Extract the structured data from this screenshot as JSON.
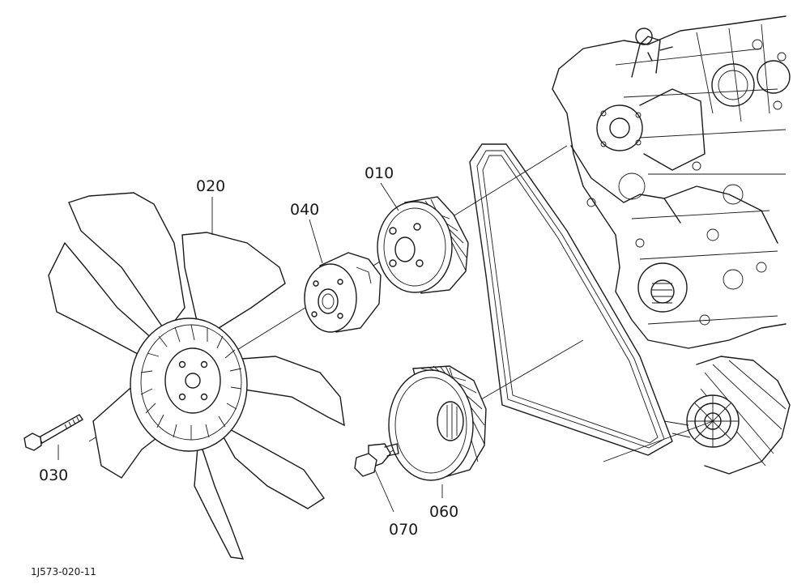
{
  "callouts": [
    {
      "id": "010",
      "label": "010"
    },
    {
      "id": "020",
      "label": "020"
    },
    {
      "id": "030",
      "label": "030"
    },
    {
      "id": "040",
      "label": "040"
    },
    {
      "id": "060",
      "label": "060"
    },
    {
      "id": "070",
      "label": "070"
    }
  ],
  "figure_ref": "1J573-020-11"
}
